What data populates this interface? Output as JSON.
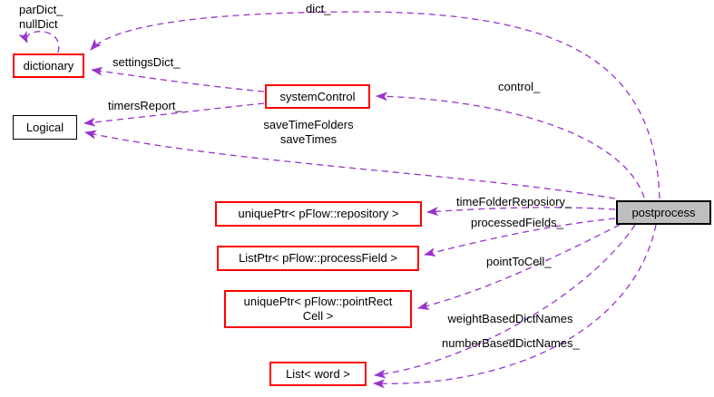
{
  "nodes": {
    "dictionary": {
      "label": "dictionary"
    },
    "logical": {
      "label": "Logical"
    },
    "system_control": {
      "label": "systemControl"
    },
    "unique_ptr_repository": {
      "label": "uniquePtr< pFlow::repository >"
    },
    "list_ptr_process_field": {
      "label": "ListPtr< pFlow::processField >"
    },
    "unique_ptr_point_rect_cell": {
      "label": "uniquePtr< pFlow::pointRect\nCell >"
    },
    "list_word": {
      "label": "List< word >"
    },
    "postprocess": {
      "label": "postprocess"
    }
  },
  "edge_labels": {
    "par_dict": "parDict_\nnullDict",
    "dict": "dict_",
    "settings_dict": "settingsDict_",
    "control": "control_",
    "timers_report": "timersReport_",
    "save_time_folders": "saveTimeFolders\nsaveTimes",
    "time_folder_repository": "timeFolderReposiory_",
    "processed_fields": "processedFields_",
    "point_to_cell": "pointToCell_",
    "weight_based_dict_names": "weightBasedDictNames\n_",
    "number_based_dict_names": "numberBasedDictNames_"
  },
  "colors": {
    "edge": "#9a32cd",
    "linked_node_border": "#ff0000",
    "plain_node_border": "#000000",
    "current_node_fill": "#bfbfbf",
    "background": "#ffffff"
  }
}
